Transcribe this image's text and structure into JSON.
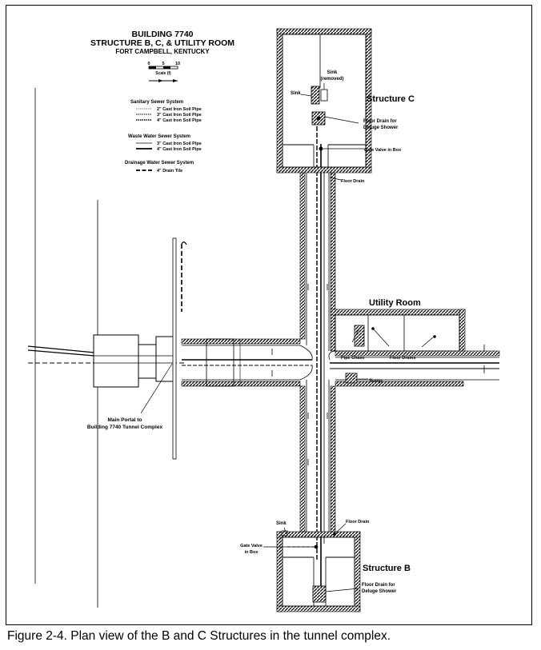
{
  "header": {
    "line1": "BUILDING 7740",
    "line2": "STRUCTURE B, C, & UTILITY ROOM",
    "line3": "FORT CAMPBELL, KENTUCKY"
  },
  "scale": {
    "ticks": [
      "0",
      "5",
      "10"
    ],
    "label": "Scale (f)"
  },
  "legend": {
    "sanitary": {
      "title": "Sanitary Sewer System",
      "items": [
        "2\" Cast Iron Soil Pipe",
        "3\" Cast Iron Soil Pipe",
        "4\" Cast Iron Soil Pipe"
      ]
    },
    "waste": {
      "title": "Waste Water Sewer System",
      "items": [
        "3\" Cast Iron Soil Pipe",
        "4\" Cast Iron Soil Pipe"
      ]
    },
    "drainage": {
      "title": "Drainage Water Sewer System",
      "items": [
        "4\" Drain Tile"
      ]
    }
  },
  "labels": {
    "structure_c": "Structure C",
    "structure_b": "Structure B",
    "utility_room": "Utility Room",
    "sink_c": "Sink",
    "sink_removed_1": "Sink",
    "sink_removed_2": "(removed)",
    "floor_drain_c_1": "Floor Drain for",
    "floor_drain_c_2": "Deluge Shower",
    "gate_valve_c": "Gate Valve in Box",
    "floor_drain_corridor": "Floor Drain",
    "pipe_chase": "Pipe Chase",
    "floor_drains": "Floor Drains",
    "sump": "Sump",
    "main_portal_1": "Main Portal to",
    "main_portal_2": "Building 7740 Tunnel Complex",
    "sink_b": "Sink",
    "floor_drain_b": "Floor Drain",
    "gate_valve_b_1": "Gate Valve",
    "gate_valve_b_2": "in Box",
    "floor_drain_b_1": "Floor Drain for",
    "floor_drain_b_2": "Deluge Shower"
  },
  "caption": "Figure 2-4.  Plan view of the B and C Structures in the tunnel complex."
}
